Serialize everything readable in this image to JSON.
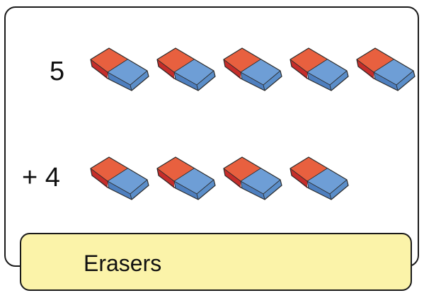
{
  "problem": {
    "first_count": 5,
    "first_label": "5",
    "second_count": 4,
    "second_label": "+ 4",
    "item_icon": "eraser-icon",
    "caption": "Erasers"
  },
  "colors": {
    "eraser_red": "#e8603f",
    "eraser_red_dark": "#c62d2a",
    "eraser_blue": "#6e9ed6",
    "eraser_blue_dark": "#4e7fbf",
    "caption_bg": "#fbf3a9"
  }
}
